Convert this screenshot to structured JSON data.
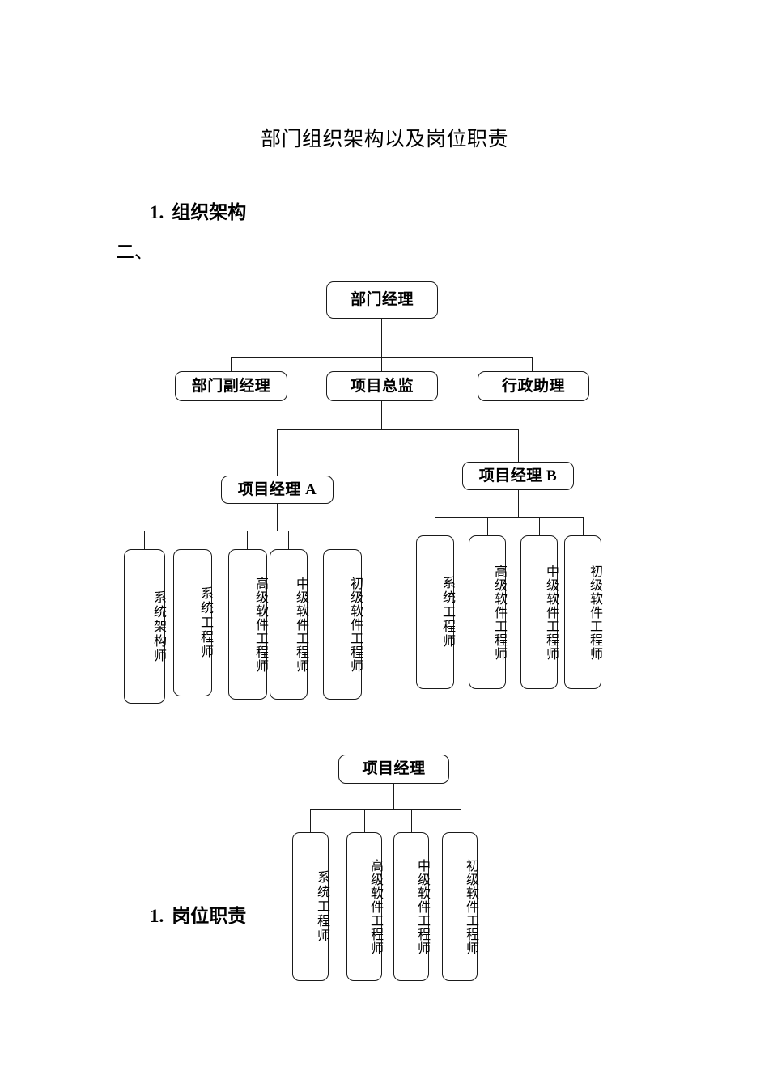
{
  "document": {
    "title": "部门组织架构以及岗位职责",
    "sections": [
      {
        "number": "1.",
        "label": "组织架构"
      },
      {
        "number": "1.",
        "label": "岗位职责"
      }
    ],
    "sub_label": "二、"
  },
  "chart_top": {
    "root": "部门经理",
    "level1": [
      "部门副经理",
      "项目总监",
      "行政助理"
    ],
    "level2": [
      "项目经理 A",
      "项目经理 B"
    ],
    "branch_a_leaves": [
      "系统架构师",
      "系统工程师",
      "高级软件工程师",
      "中级软件工程师",
      "初级软件工程师"
    ],
    "branch_b_leaves": [
      "系统工程师",
      "高级软件工程师",
      "中级软件工程师",
      "初级软件工程师"
    ]
  },
  "chart_bottom": {
    "root": "项目经理",
    "leaves": [
      "系统工程师",
      "高级软件工程师",
      "中级软件工程师",
      "初级软件工程师"
    ]
  },
  "colors": {
    "ink": "#1a1a1a",
    "paper": "#ffffff"
  }
}
